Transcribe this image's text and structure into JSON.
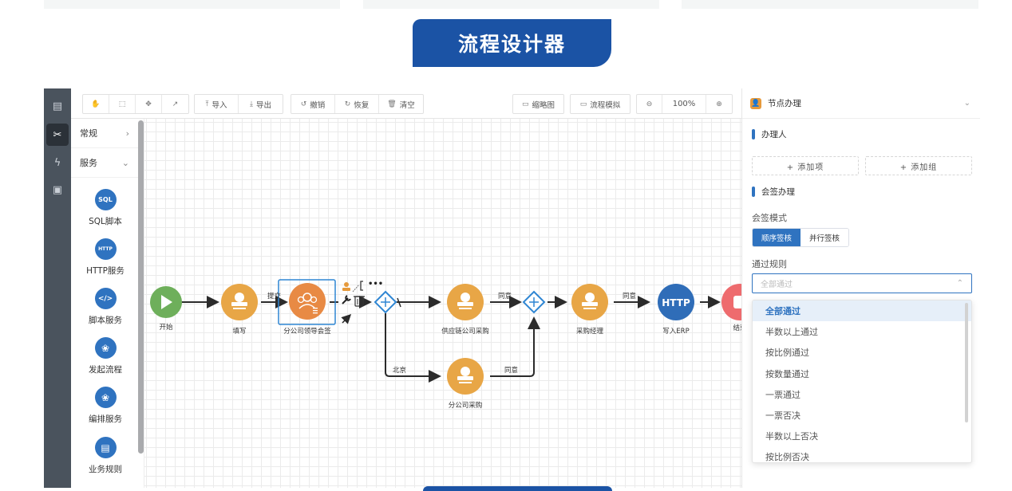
{
  "page": {
    "banner_title": "流程设计器"
  },
  "toolbar": {
    "tools": [
      {
        "icon": "hand-icon",
        "glyph": "✋"
      },
      {
        "icon": "lasso-select-icon",
        "glyph": "⬚"
      },
      {
        "icon": "move-icon",
        "glyph": "✥"
      },
      {
        "icon": "connect-icon",
        "glyph": "↗"
      }
    ],
    "import_label": "导入",
    "export_label": "导出",
    "undo_label": "撤销",
    "redo_label": "恢复",
    "clear_label": "清空",
    "minimap_label": "缩略图",
    "simulate_label": "流程模拟",
    "zoom_level": "100%"
  },
  "palette": {
    "groups": [
      {
        "label": "常规",
        "expanded": false
      },
      {
        "label": "服务",
        "expanded": true
      }
    ],
    "items": [
      {
        "label": "SQL脚本",
        "glyph": "SQL",
        "icon": "sql-icon"
      },
      {
        "label": "HTTP服务",
        "glyph": "HTTP",
        "icon": "http-icon"
      },
      {
        "label": "脚本服务",
        "glyph": "</>",
        "icon": "code-icon"
      },
      {
        "label": "发起流程",
        "glyph": "❀",
        "icon": "process-icon"
      },
      {
        "label": "编排服务",
        "glyph": "❀",
        "icon": "orchestration-icon"
      },
      {
        "label": "业务规则",
        "glyph": "▤",
        "icon": "rule-table-icon"
      }
    ]
  },
  "diagram": {
    "nodes": {
      "start": "开始",
      "fill": "填写",
      "countersign": "分公司领导会签",
      "supply_purchase": "供应链公司采购",
      "branch_purchase": "分公司采购",
      "purchase_manager": "采购经理",
      "write_erp": "写入ERP",
      "write_erp_glyph": "HTTP",
      "end": "结束"
    },
    "edges": {
      "submit": "提交",
      "agree1": "同意",
      "agree2": "同意",
      "agree3": "同意",
      "beijing": "北京"
    },
    "context_more": "•••"
  },
  "panel": {
    "header_title": "节点办理",
    "handler_section": "办理人",
    "add_item_label": "+ 添加项",
    "add_group_label": "+ 添加组",
    "countersign_section": "会签办理",
    "mode_label": "会签模式",
    "mode_options": [
      "顺序签核",
      "并行签核"
    ],
    "mode_selected": "顺序签核",
    "rule_label": "通过规则",
    "rule_placeholder": "全部通过",
    "rule_options": [
      "全部通过",
      "半数以上通过",
      "按比例通过",
      "按数量通过",
      "一票通过",
      "一票否决",
      "半数以上否决",
      "按比例否决"
    ],
    "rule_selected": "全部通过"
  },
  "colors": {
    "brand_blue": "#1b53a5",
    "accent_blue": "#2f73c0",
    "task_orange": "#e8a646",
    "countersign_orange": "#e88a44",
    "start_green": "#6eaf5b",
    "end_red": "#ee6b6e",
    "rail_gray": "#4a535d"
  }
}
